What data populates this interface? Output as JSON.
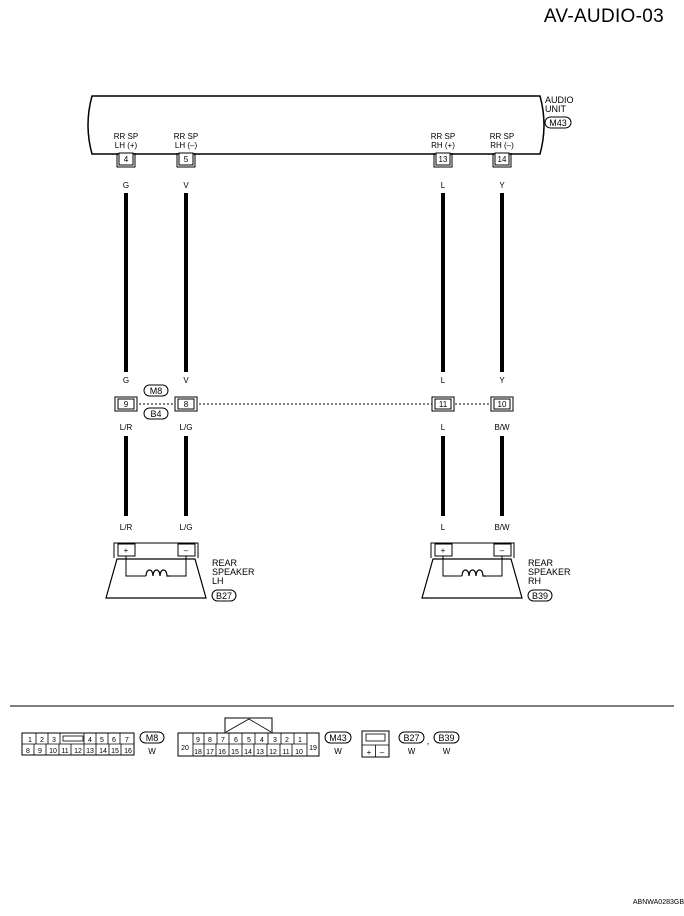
{
  "header": {
    "page_id": "AV-AUDIO-03",
    "figure_code": "ABNWA0283GB"
  },
  "audio_unit": {
    "name_lines": [
      "AUDIO",
      "UNIT"
    ],
    "connector": "M43",
    "terminals": [
      {
        "label_lines": [
          "RR SP",
          "LH (+)"
        ],
        "pin": "4"
      },
      {
        "label_lines": [
          "RR SP",
          "LH (–)"
        ],
        "pin": "5"
      },
      {
        "label_lines": [
          "RR SP",
          "RH (+)"
        ],
        "pin": "13"
      },
      {
        "label_lines": [
          "RR SP",
          "RH (–)"
        ],
        "pin": "14"
      }
    ]
  },
  "wires_upper": [
    "G",
    "V",
    "L",
    "Y"
  ],
  "junction": {
    "connector_top": "M8",
    "connector_bottom": "B4",
    "top_colors": [
      "G",
      "V",
      "L",
      "Y"
    ],
    "pins": [
      "9",
      "8",
      "11",
      "10"
    ],
    "bottom_colors": [
      "L/R",
      "L/G",
      "L",
      "B/W"
    ]
  },
  "speakers": [
    {
      "wire_colors": [
        "L/R",
        "L/G"
      ],
      "terminals": [
        "+",
        "–"
      ],
      "name_lines": [
        "REAR",
        "SPEAKER",
        "LH"
      ],
      "connector": "B27"
    },
    {
      "wire_colors": [
        "L",
        "B/W"
      ],
      "terminals": [
        "+",
        "–"
      ],
      "name_lines": [
        "REAR",
        "SPEAKER",
        "RH"
      ],
      "connector": "B39"
    }
  ],
  "connector_views": [
    {
      "connector": "M8",
      "color": "W",
      "top_pins": [
        "1",
        "2",
        "3",
        "4",
        "5",
        "6",
        "7"
      ],
      "bottom_pins": [
        "8",
        "9",
        "10",
        "11",
        "12",
        "13",
        "14",
        "15",
        "16"
      ]
    },
    {
      "connector": "M43",
      "color": "W",
      "top_pins": [
        "9",
        "8",
        "7",
        "6",
        "5",
        "4",
        "3",
        "2",
        "1"
      ],
      "bottom_pins": [
        "20",
        "18",
        "17",
        "16",
        "15",
        "14",
        "13",
        "12",
        "11",
        "10",
        "19"
      ]
    },
    {
      "connector": "B27",
      "color": "W",
      "separator": ",",
      "terminals": [
        "+",
        "–"
      ]
    },
    {
      "connector": "B39",
      "color": "W"
    }
  ]
}
